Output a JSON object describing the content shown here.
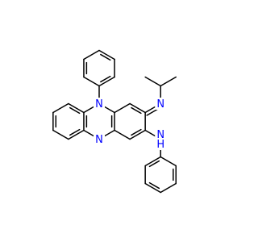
{
  "structure": {
    "atoms": [
      {
        "symbol": "N",
        "color": "#0000ff"
      },
      {
        "symbol": "N",
        "color": "#0000ff"
      },
      {
        "symbol": "N",
        "color": "#0000ff"
      },
      {
        "symbol": "N",
        "hydrogen": "H",
        "color": "#0000ff"
      }
    ]
  }
}
